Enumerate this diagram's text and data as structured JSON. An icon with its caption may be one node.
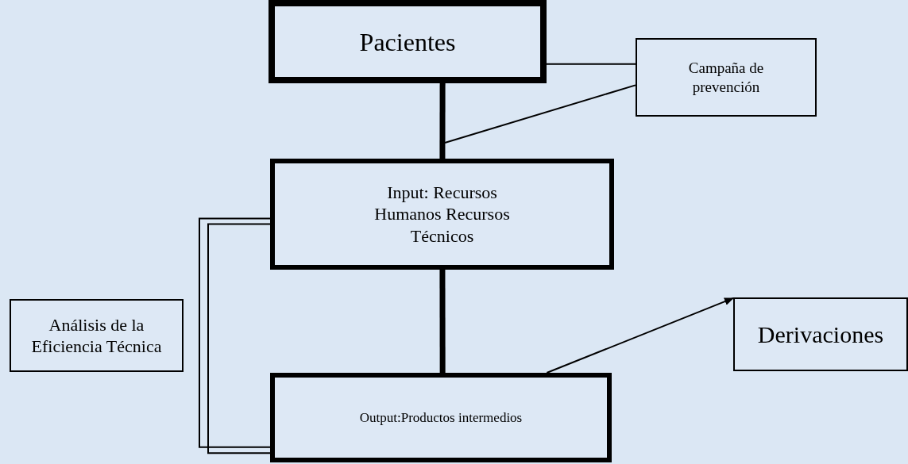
{
  "diagram": {
    "nodes": [
      {
        "text": [
          "Pacientes"
        ]
      },
      {
        "text": [
          "Campaña de prevención"
        ]
      },
      {
        "text": [
          "Input: Recursos Humanos Recursos Técnicos"
        ]
      },
      {
        "text": [
          "Análisis de la Eficiencia Técnica"
        ]
      },
      {
        "text": [
          "Derivaciones"
        ]
      },
      {
        "text": [
          "Output:Productos intermedios"
        ]
      }
    ],
    "edges": [
      {
        "from": 0,
        "to": 2,
        "arrow": "none",
        "style": "thick"
      },
      {
        "from": 0,
        "to": 1,
        "arrow": "none"
      },
      {
        "from": 1,
        "to": null,
        "arrow": "none"
      },
      {
        "from": 2,
        "to": 5,
        "arrow": "none",
        "style": "thick"
      },
      {
        "from": 5,
        "to": 4,
        "arrow": "to"
      },
      {
        "from": 2,
        "to": 5,
        "arrow": "none"
      },
      {
        "from": 2,
        "to": 5,
        "arrow": "none"
      }
    ]
  }
}
